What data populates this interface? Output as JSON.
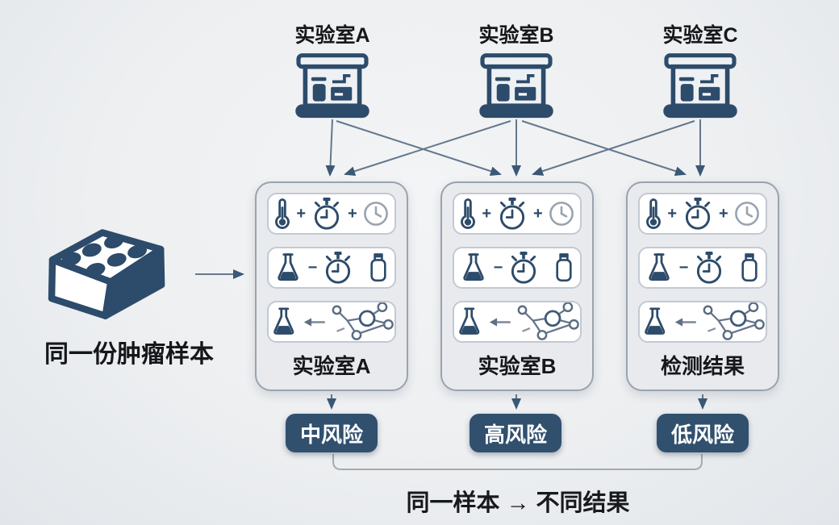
{
  "labs": [
    {
      "label": "实验室A"
    },
    {
      "label": "实验室B"
    },
    {
      "label": "实验室C"
    }
  ],
  "sample": {
    "label": "同一份肿瘤样本"
  },
  "panels": [
    {
      "label": "实验室A"
    },
    {
      "label": "实验室B"
    },
    {
      "label": "检测结果"
    }
  ],
  "operators": {
    "plus": "+",
    "minus": "−"
  },
  "badges": [
    {
      "label": "中风险"
    },
    {
      "label": "高风险"
    },
    {
      "label": "低风险"
    }
  ],
  "conclusion": "同一样本 → 不同结果",
  "icons": {
    "lab": "lab-bench-icon",
    "sample": "tissue-sample-block-icon",
    "row1": [
      "thermometer-icon",
      "stopwatch-icon",
      "clock-icon"
    ],
    "row2": [
      "flask-icon",
      "stopwatch-icon",
      "vial-icon"
    ],
    "row3": [
      "flask-icon",
      "left-arrow-icon",
      "molecule-network-icon"
    ]
  },
  "colors": {
    "navy": "#2d4b6a",
    "badge_bg": "#30506e",
    "badge_text": "#ffffff",
    "connector_line": "#64788c",
    "arrowhead": "#3b5876",
    "gray_icon": "#97a2ae",
    "background": "#eef0f2",
    "panel_bg": "#e8eaee",
    "panel_border": "#9aa3ae"
  }
}
